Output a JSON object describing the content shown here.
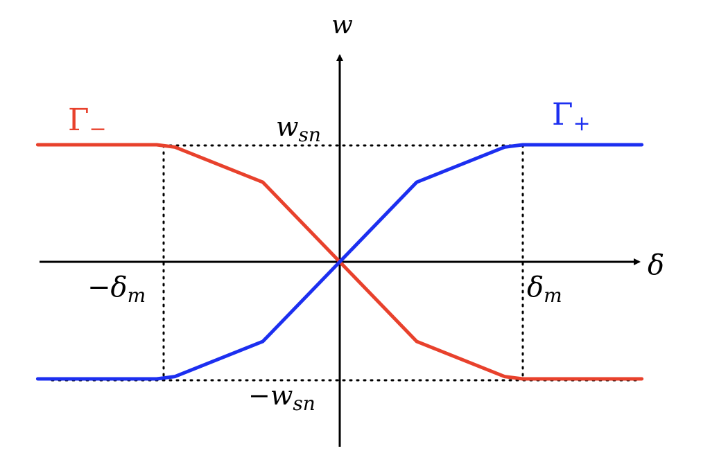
{
  "colors": {
    "gamma_minus": "#e8412c",
    "gamma_plus": "#1c2ff0",
    "axes": "#000000",
    "guides": "#000000"
  },
  "labels": {
    "y_axis": "w",
    "x_axis": "δ",
    "w_sn": "w",
    "w_sn_sub": "sn",
    "neg_w_sn": "−w",
    "neg_w_sn_sub": "sn",
    "delta_m": "δ",
    "delta_m_sub": "m",
    "neg_delta_m": "−δ",
    "neg_delta_m_sub": "m",
    "gamma_minus": "Γ",
    "gamma_minus_sub": "−",
    "gamma_plus": "Γ",
    "gamma_plus_sub": "+"
  },
  "curves": {
    "gamma_plus": {
      "name": "Γ+",
      "points": [
        [
          -1.65,
          -1
        ],
        [
          -1,
          -1
        ],
        [
          -0.9,
          -0.98
        ],
        [
          -0.42,
          -0.68
        ],
        [
          0,
          0
        ],
        [
          0.42,
          0.68
        ],
        [
          0.9,
          0.98
        ],
        [
          1,
          1
        ],
        [
          1.65,
          1
        ]
      ]
    },
    "gamma_minus": {
      "name": "Γ−",
      "points": [
        [
          -1.65,
          1
        ],
        [
          -1,
          1
        ],
        [
          -0.9,
          0.98
        ],
        [
          -0.42,
          0.68
        ],
        [
          0,
          0
        ],
        [
          0.42,
          -0.68
        ],
        [
          0.9,
          -0.98
        ],
        [
          1,
          -1
        ],
        [
          1.65,
          -1
        ]
      ]
    }
  }
}
